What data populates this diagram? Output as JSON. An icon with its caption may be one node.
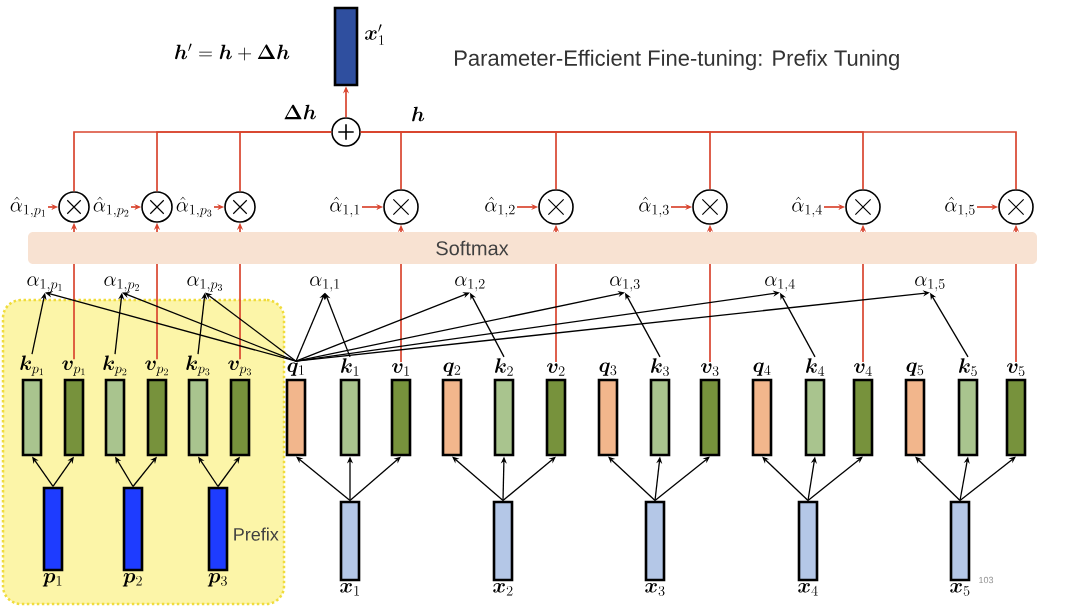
{
  "diagram": {
    "title": "Parameter-Efficient Fine-tuning: Prefix Tuning",
    "nodes": [
      {
        "text": [
          "\\boldsymbol{x}'_{1}"
        ]
      },
      {
        "text": [],
        "shape": "circle"
      },
      {
        "text": [
          "\\hat{\\alpha}_{1,p_1}"
        ]
      },
      {
        "text": [],
        "shape": "circle"
      },
      {
        "text": [
          "\\hat{\\alpha}_{1,p_2}"
        ]
      },
      {
        "text": [],
        "shape": "circle"
      },
      {
        "text": [
          "\\hat{\\alpha}_{1,p_3}"
        ]
      },
      {
        "text": [],
        "shape": "circle"
      },
      {
        "text": [
          "\\hat{\\alpha}_{1,1}"
        ]
      },
      {
        "text": [],
        "shape": "circle"
      },
      {
        "text": [
          "\\hat{\\alpha}_{1,2}"
        ]
      },
      {
        "text": [],
        "shape": "circle"
      },
      {
        "text": [
          "\\hat{\\alpha}_{1,3}"
        ]
      },
      {
        "text": [],
        "shape": "circle"
      },
      {
        "text": [
          "\\hat{\\alpha}_{1,4}"
        ]
      },
      {
        "text": [],
        "shape": "circle"
      },
      {
        "text": [
          "\\hat{\\alpha}_{1,5}"
        ]
      },
      {
        "text": [],
        "shape": "circle"
      },
      {
        "text": [
          "\\alpha_{1,p_1}"
        ]
      },
      {
        "text": [
          "\\alpha_{1,p_2}"
        ]
      },
      {
        "text": [
          "\\alpha_{1,p_3}"
        ]
      },
      {
        "text": [
          "\\alpha_{1,1}"
        ]
      },
      {
        "text": [
          "\\alpha_{1,2}"
        ]
      },
      {
        "text": [
          "\\alpha_{1,3}"
        ]
      },
      {
        "text": [
          "\\alpha_{1,4}"
        ]
      },
      {
        "text": [
          "\\alpha_{1,5}"
        ]
      },
      {
        "text": [
          "Prefix"
        ]
      },
      {
        "text": [
          "\\boldsymbol{k}_{p_1}"
        ],
        "in": 26
      },
      {
        "text": [
          "\\boldsymbol{v}_{p_1}"
        ],
        "in": 26
      },
      {
        "text": [
          "\\boldsymbol{k}_{p_2}"
        ],
        "in": 26
      },
      {
        "text": [
          "\\boldsymbol{v}_{p_2}"
        ],
        "in": 26
      },
      {
        "text": [
          "\\boldsymbol{k}_{p_3}"
        ],
        "in": 26
      },
      {
        "text": [
          "\\boldsymbol{v}_{p_3}"
        ],
        "in": 26
      },
      {
        "text": [
          "\\boldsymbol{q}_{1}"
        ]
      },
      {
        "text": [
          "\\boldsymbol{k}_{1}"
        ]
      },
      {
        "text": [
          "\\boldsymbol{v}_{1}"
        ]
      },
      {
        "text": [
          "\\boldsymbol{q}_{2}"
        ]
      },
      {
        "text": [
          "\\boldsymbol{k}_{2}"
        ]
      },
      {
        "text": [
          "\\boldsymbol{v}_{2}"
        ]
      },
      {
        "text": [
          "\\boldsymbol{q}_{3}"
        ]
      },
      {
        "text": [
          "\\boldsymbol{k}_{3}"
        ]
      },
      {
        "text": [
          "\\boldsymbol{v}_{3}"
        ]
      },
      {
        "text": [
          "\\boldsymbol{q}_{4}"
        ]
      },
      {
        "text": [
          "\\boldsymbol{k}_{4}"
        ]
      },
      {
        "text": [
          "\\boldsymbol{v}_{4}"
        ]
      },
      {
        "text": [
          "\\boldsymbol{q}_{5}"
        ]
      },
      {
        "text": [
          "\\boldsymbol{k}_{5}"
        ]
      },
      {
        "text": [
          "\\boldsymbol{v}_{5}"
        ]
      },
      {
        "text": [
          "\\boldsymbol{p}_{1}"
        ],
        "in": 26
      },
      {
        "text": [
          "\\boldsymbol{p}_{2}"
        ],
        "in": 26
      },
      {
        "text": [
          "\\boldsymbol{p}_{3}"
        ],
        "in": 26
      },
      {
        "text": [
          "\\boldsymbol{x}_{1}"
        ]
      },
      {
        "text": [
          "\\boldsymbol{x}_{2}"
        ]
      },
      {
        "text": [
          "\\boldsymbol{x}_{3}"
        ]
      },
      {
        "text": [
          "\\boldsymbol{x}_{4}"
        ]
      },
      {
        "text": [
          "\\boldsymbol{x}_{5}"
        ]
      }
    ],
    "edges": [
      {
        "from": 1,
        "to": 0,
        "arrow": "to",
        "color": "#d9452f"
      },
      {
        "from": 3,
        "to": 1,
        "arrow": "none",
        "color": "#d9452f"
      },
      {
        "from": 5,
        "to": 1,
        "arrow": "none",
        "color": "#d9452f"
      },
      {
        "from": 7,
        "to": 1,
        "arrow": "none",
        "color": "#d9452f"
      },
      {
        "from": 9,
        "to": 1,
        "arrow": "none",
        "color": "#d9452f"
      },
      {
        "from": 11,
        "to": 1,
        "arrow": "none",
        "color": "#d9452f"
      },
      {
        "from": 13,
        "to": 1,
        "arrow": "none",
        "color": "#d9452f"
      },
      {
        "from": 15,
        "to": 1,
        "arrow": "none",
        "color": "#d9452f"
      },
      {
        "from": 17,
        "to": 1,
        "arrow": "none",
        "color": "#d9452f"
      },
      {
        "from": 2,
        "to": 3,
        "arrow": "to",
        "color": "#d9452f"
      },
      {
        "from": 4,
        "to": 5,
        "arrow": "to",
        "color": "#d9452f"
      },
      {
        "from": 6,
        "to": 7,
        "arrow": "to",
        "color": "#d9452f"
      },
      {
        "from": 8,
        "to": 9,
        "arrow": "to",
        "color": "#d9452f"
      },
      {
        "from": 10,
        "to": 11,
        "arrow": "to",
        "color": "#d9452f"
      },
      {
        "from": 12,
        "to": 13,
        "arrow": "to",
        "color": "#d9452f"
      },
      {
        "from": 14,
        "to": 15,
        "arrow": "to",
        "color": "#d9452f"
      },
      {
        "from": 16,
        "to": 17,
        "arrow": "to",
        "color": "#d9452f"
      },
      {
        "from": 28,
        "to": 3,
        "arrow": "to",
        "color": "#d9452f"
      },
      {
        "from": 30,
        "to": 5,
        "arrow": "to",
        "color": "#d9452f"
      },
      {
        "from": 32,
        "to": 7,
        "arrow": "to",
        "color": "#d9452f"
      },
      {
        "from": 35,
        "to": 9,
        "arrow": "to",
        "color": "#d9452f"
      },
      {
        "from": 38,
        "to": 11,
        "arrow": "to",
        "color": "#d9452f"
      },
      {
        "from": 41,
        "to": 13,
        "arrow": "to",
        "color": "#d9452f"
      },
      {
        "from": 44,
        "to": 15,
        "arrow": "to",
        "color": "#d9452f"
      },
      {
        "from": 47,
        "to": 17,
        "arrow": "to",
        "color": "#d9452f"
      },
      {
        "from": 33,
        "to": 18,
        "arrow": "to"
      },
      {
        "from": 33,
        "to": 19,
        "arrow": "to"
      },
      {
        "from": 33,
        "to": 20,
        "arrow": "to"
      },
      {
        "from": 33,
        "to": 21,
        "arrow": "to"
      },
      {
        "from": 33,
        "to": 22,
        "arrow": "to"
      },
      {
        "from": 33,
        "to": 23,
        "arrow": "to"
      },
      {
        "from": 33,
        "to": 24,
        "arrow": "to"
      },
      {
        "from": 33,
        "to": 25,
        "arrow": "to"
      },
      {
        "from": 27,
        "to": 18,
        "arrow": "to"
      },
      {
        "from": 29,
        "to": 19,
        "arrow": "to"
      },
      {
        "from": 31,
        "to": 20,
        "arrow": "to"
      },
      {
        "from": 34,
        "to": 21,
        "arrow": "to"
      },
      {
        "from": 37,
        "to": 22,
        "arrow": "to"
      },
      {
        "from": 40,
        "to": 23,
        "arrow": "to"
      },
      {
        "from": 43,
        "to": 24,
        "arrow": "to"
      },
      {
        "from": 46,
        "to": 25,
        "arrow": "to"
      },
      {
        "from": 48,
        "to": 27,
        "arrow": "to"
      },
      {
        "from": 48,
        "to": 28,
        "arrow": "to"
      },
      {
        "from": 49,
        "to": 29,
        "arrow": "to"
      },
      {
        "from": 49,
        "to": 30,
        "arrow": "to"
      },
      {
        "from": 50,
        "to": 31,
        "arrow": "to"
      },
      {
        "from": 50,
        "to": 32,
        "arrow": "to"
      },
      {
        "from": 51,
        "to": 33,
        "arrow": "to"
      },
      {
        "from": 51,
        "to": 34,
        "arrow": "to"
      },
      {
        "from": 51,
        "to": 35,
        "arrow": "to"
      },
      {
        "from": 52,
        "to": 36,
        "arrow": "to"
      },
      {
        "from": 52,
        "to": 37,
        "arrow": "to"
      },
      {
        "from": 52,
        "to": 38,
        "arrow": "to"
      },
      {
        "from": 53,
        "to": 39,
        "arrow": "to"
      },
      {
        "from": 53,
        "to": 40,
        "arrow": "to"
      },
      {
        "from": 53,
        "to": 41,
        "arrow": "to"
      },
      {
        "from": 54,
        "to": 42,
        "arrow": "to"
      },
      {
        "from": 54,
        "to": 43,
        "arrow": "to"
      },
      {
        "from": 54,
        "to": 44,
        "arrow": "to"
      },
      {
        "from": 55,
        "to": 45,
        "arrow": "to"
      },
      {
        "from": 55,
        "to": 46,
        "arrow": "to"
      },
      {
        "from": 55,
        "to": 47,
        "arrow": "to"
      }
    ],
    "labels": [
      "\\boldsymbol{h}' = \\boldsymbol{h} + \\boldsymbol{\\Delta h}",
      "\\boldsymbol{\\Delta h}",
      "\\boldsymbol{h}",
      "Softmax",
      "103"
    ]
  }
}
